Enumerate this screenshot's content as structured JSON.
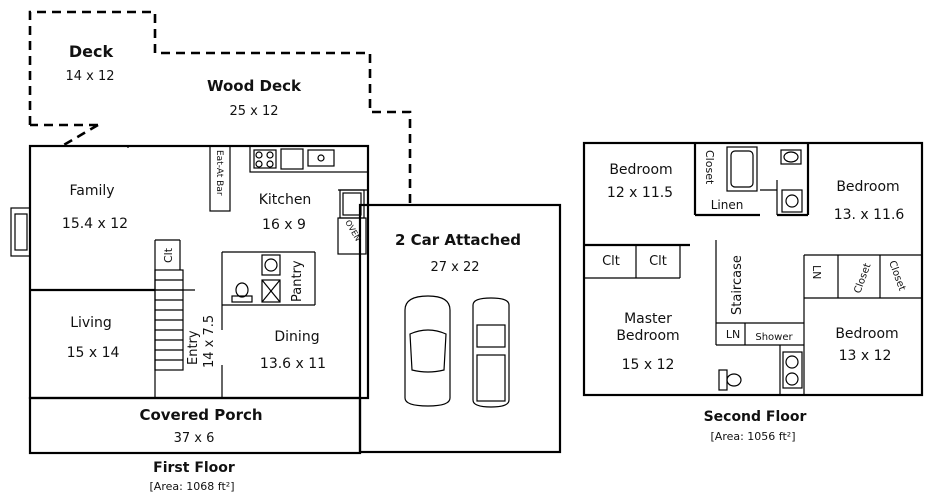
{
  "first_floor": {
    "title": "First Floor",
    "area": "[Area: 1068 ft²]",
    "rooms": {
      "deck": {
        "name": "Deck",
        "size": "14 x 12"
      },
      "wood_deck": {
        "name": "Wood Deck",
        "size": "25 x 12"
      },
      "family": {
        "name": "Family",
        "size": "15.4 x 12"
      },
      "kitchen": {
        "name": "Kitchen",
        "size": "16 x 9"
      },
      "living": {
        "name": "Living",
        "size": "15 x 14"
      },
      "dining": {
        "name": "Dining",
        "size": "13.6 x 11"
      },
      "entry": {
        "name": "Entry",
        "size": "14 x 7.5"
      },
      "covered_porch": {
        "name": "Covered Porch",
        "size": "37 x 6"
      },
      "garage": {
        "name": "2 Car Attached",
        "size": "27 x 22"
      }
    },
    "labels": {
      "eat_at_bar": "Eat-At Bar",
      "clt": "Clt",
      "pantry": "Pantry",
      "oven": "OVEN"
    }
  },
  "second_floor": {
    "title": "Second Floor",
    "area": "[Area: 1056 ft²]",
    "rooms": {
      "bedroom_1": {
        "name": "Bedroom",
        "size": "12 x 11.5"
      },
      "bedroom_2": {
        "name": "Bedroom",
        "size": "13. x 11.6"
      },
      "master": {
        "name_line1": "Master",
        "name_line2": "Bedroom",
        "size": "15 x 12"
      },
      "bedroom_3": {
        "name": "Bedroom",
        "size": "13 x 12"
      }
    },
    "labels": {
      "closet_top": "Closet",
      "linen": "Linen",
      "clt_a": "Clt",
      "clt_b": "Clt",
      "staircase": "Staircase",
      "ln_right": "LN",
      "closet_r1": "Closet",
      "closet_r2": "Closet",
      "ln_lower": "LN",
      "shower": "Shower"
    }
  }
}
